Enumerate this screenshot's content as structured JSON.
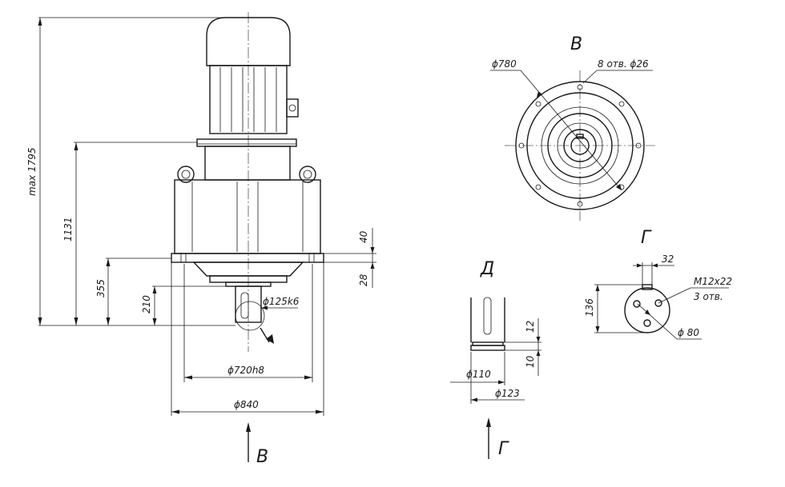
{
  "dims": {
    "overall_height": "max 1795",
    "height_1131": "1131",
    "height_355": "355",
    "height_210": "210",
    "dim_40": "40",
    "dim_28": "28",
    "shaft_dia": "ϕ125k6",
    "flange_dia_720": "ϕ720h8",
    "flange_dia_840": "ϕ840"
  },
  "view_v": {
    "title": "B",
    "circle_dia": "ϕ780",
    "holes": "8 отв. ϕ26"
  },
  "view_d": {
    "title": "Д",
    "dim_12": "12",
    "dim_10": "10",
    "dia_110": "ϕ110",
    "dia_123": "ϕ123"
  },
  "view_g": {
    "title": "Г",
    "dim_32": "32",
    "dim_136": "136",
    "thread": "M12x22",
    "thread_count": "3 отв.",
    "dia_80": "ϕ 80"
  },
  "arrows": {
    "arrow_v_label": "B",
    "arrow_g_label": "Г"
  }
}
